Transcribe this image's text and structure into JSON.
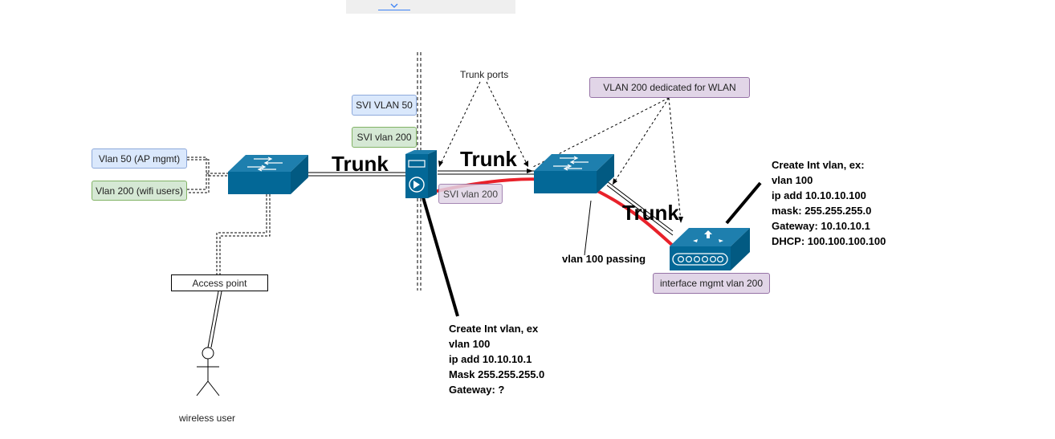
{
  "toolbar": {
    "chevron_icon": "chevron-down-icon"
  },
  "labels": {
    "vlan50": "Vlan 50 (AP mgmt)",
    "vlan200": "Vlan 200 (wifi users)",
    "access_point": "Access point",
    "wireless_user": "wireless user",
    "svi_vlan50": "SVI VLAN 50",
    "svi_vlan200": "SVI vlan 200",
    "svi_vlan200_fw": "SVI vlan 200",
    "trunk_ports": "Trunk ports",
    "vlan200_wlan": "VLAN 200 dedicated for WLAN",
    "interface_mgmt": "interface mgmt vlan 200",
    "vlan100_passing": "vlan 100 passing",
    "trunk1": "Trunk",
    "trunk2": "Trunk",
    "trunk3": "Trunk"
  },
  "notes": {
    "firewall": [
      "Create Int vlan, ex",
      "vlan 100",
      "ip add 10.10.10.1",
      "Mask 255.255.255.0",
      "Gateway: ?"
    ],
    "wlc": [
      "Create Int vlan, ex:",
      "vlan 100",
      "ip add 10.10.10.100",
      "mask: 255.255.255.0",
      "Gateway: 10.10.10.1",
      "DHCP: 100.100.100.100"
    ]
  },
  "icons": {
    "switch": "network-switch-icon",
    "firewall": "firewall-icon",
    "controller": "wireless-controller-icon",
    "user": "stick-figure-icon"
  },
  "colors": {
    "device": "#036897",
    "device_top": "#1e7fae",
    "vlan100_path": "#e8212a"
  }
}
